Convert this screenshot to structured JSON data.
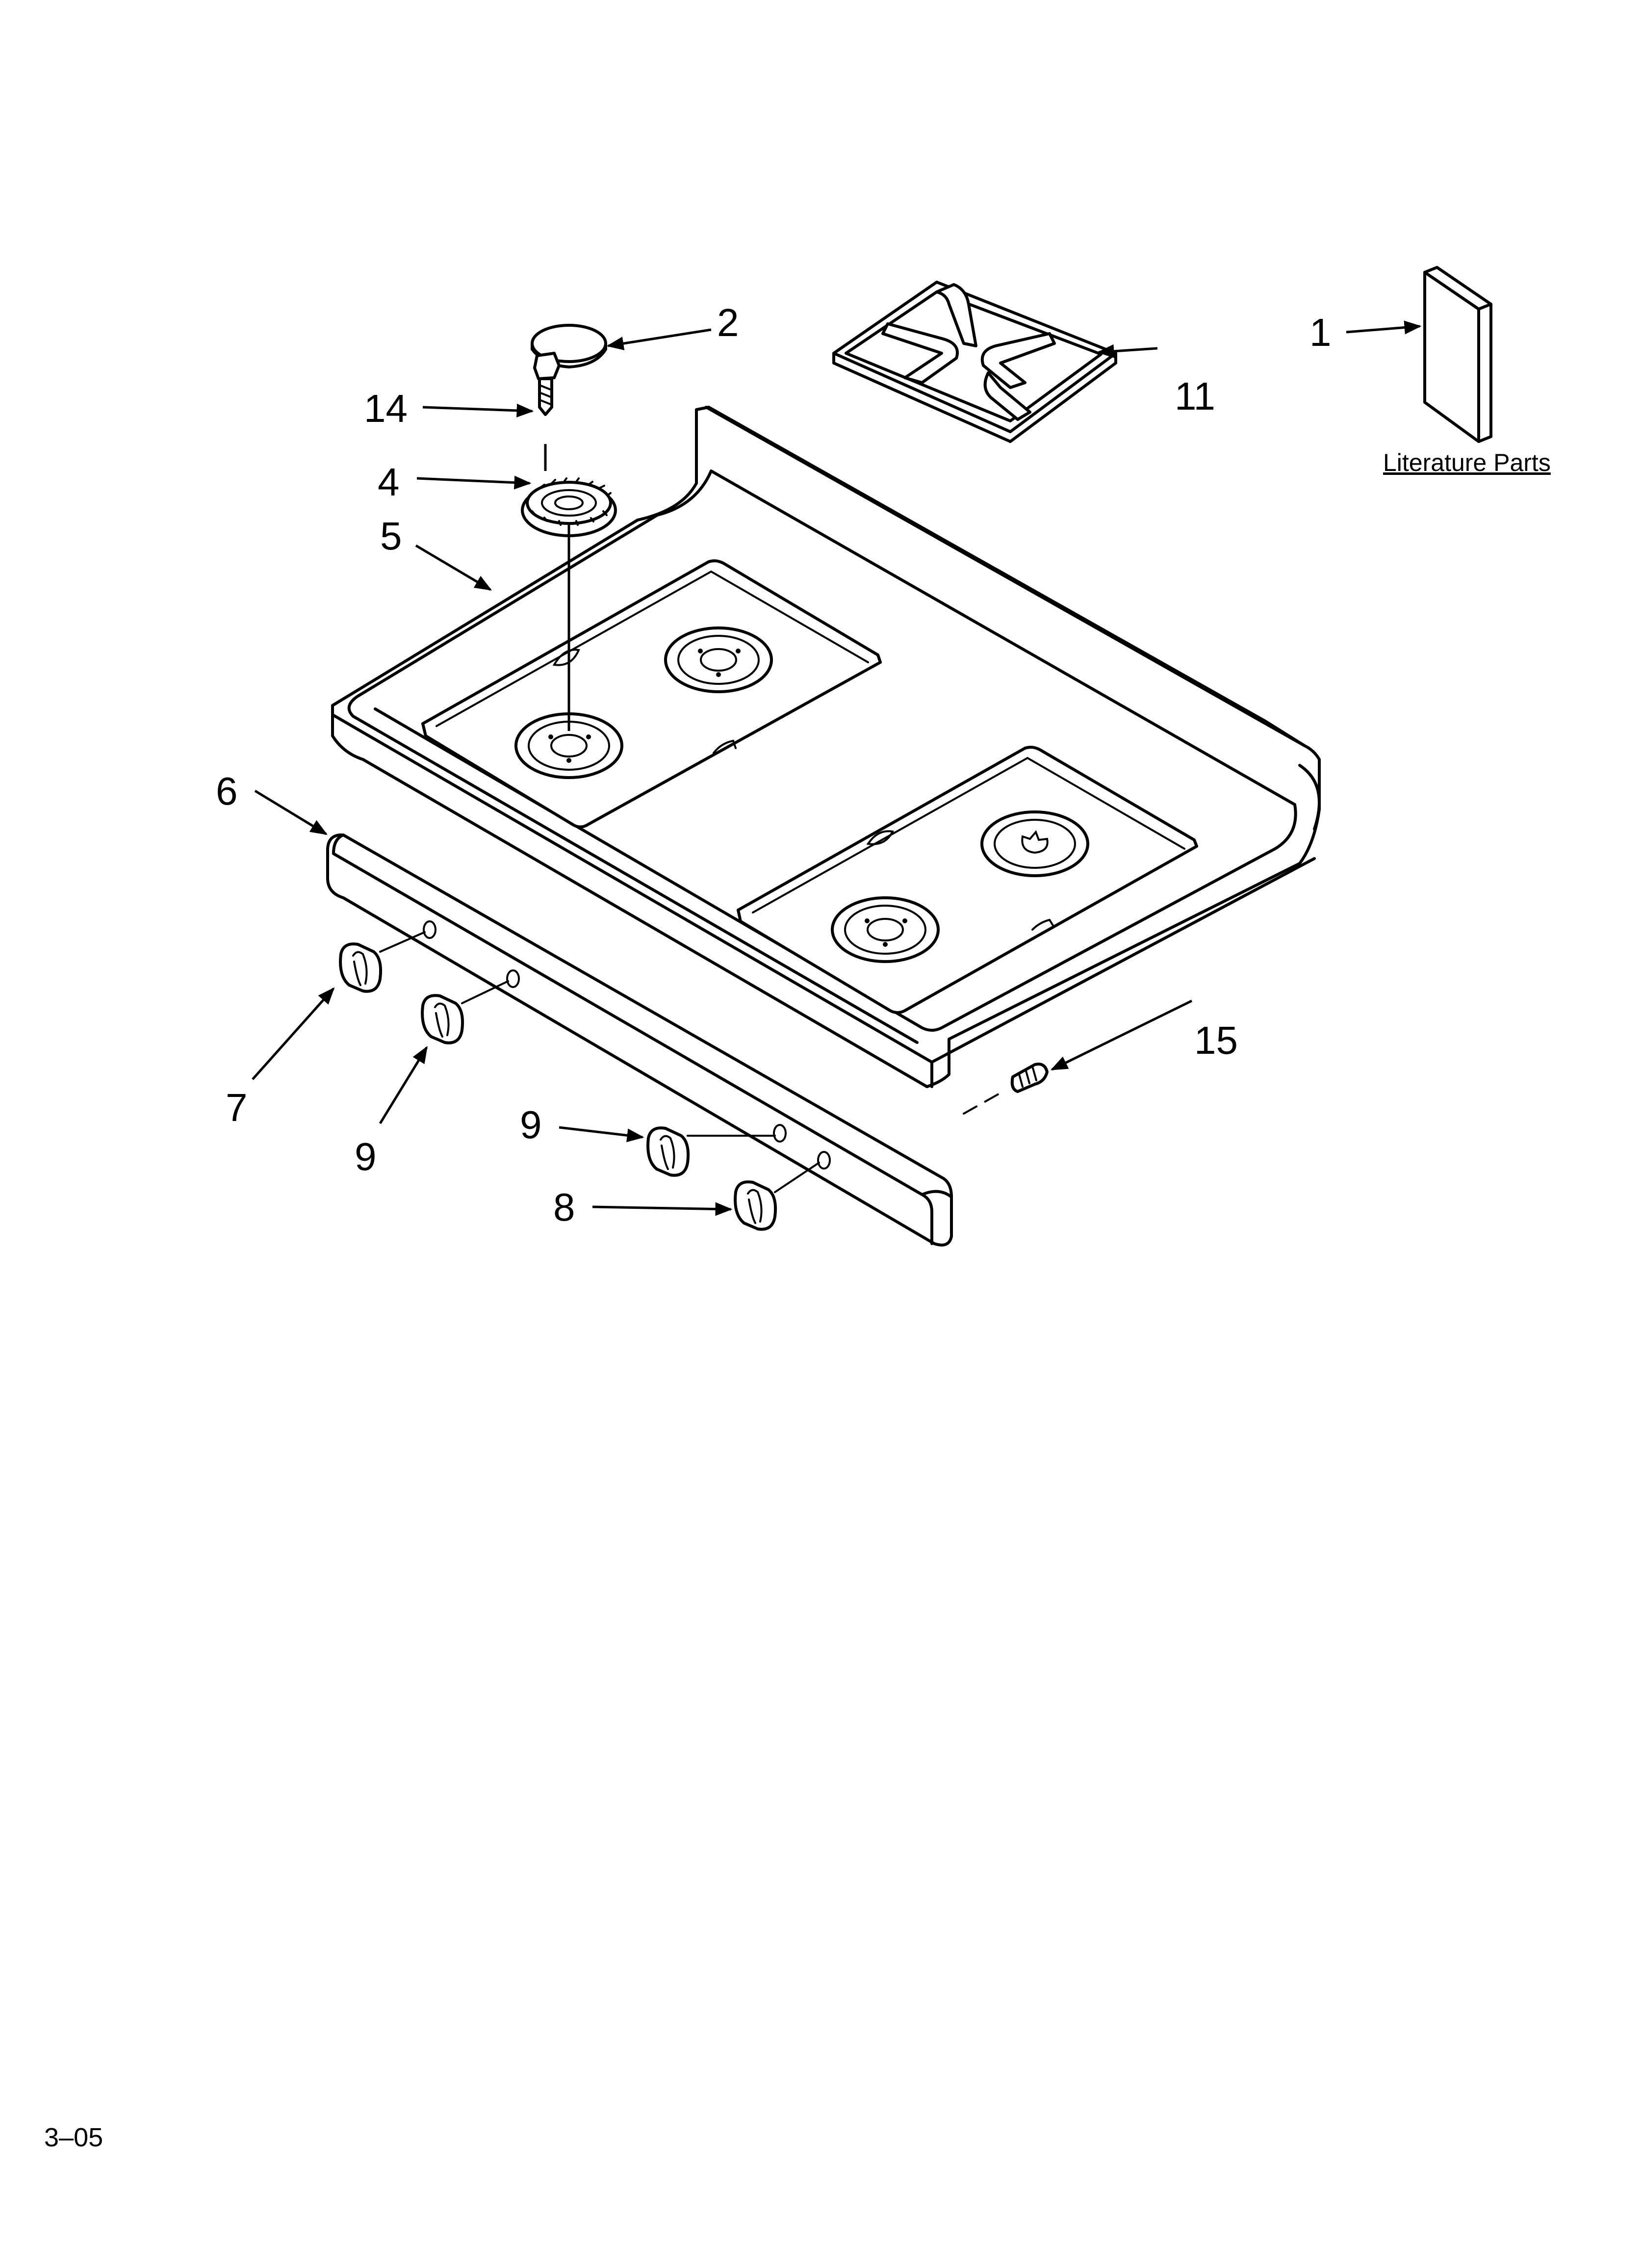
{
  "callouts": {
    "c1": "1",
    "c2": "2",
    "c4": "4",
    "c5": "5",
    "c6": "6",
    "c7": "7",
    "c8": "8",
    "c9a": "9",
    "c9b": "9",
    "c11": "11",
    "c14": "14",
    "c15": "15"
  },
  "literature_label": "Literature Parts",
  "footer_code": "3–05"
}
